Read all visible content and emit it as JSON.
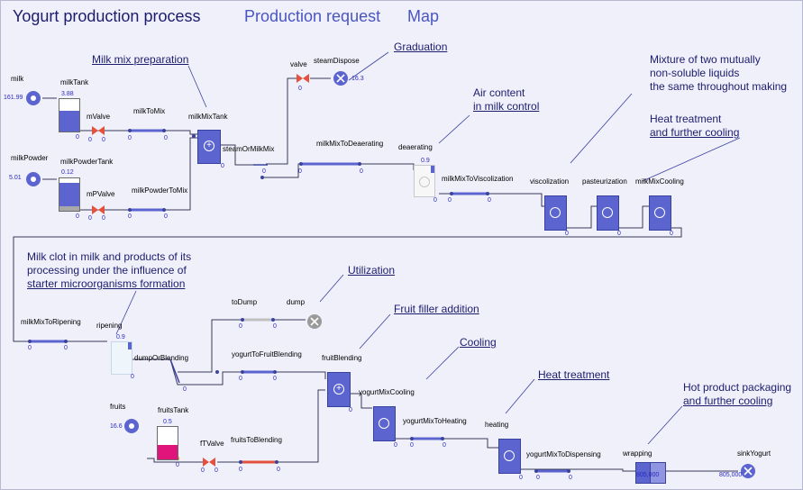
{
  "header": {
    "title": "Yogurt production process",
    "links": [
      "Production request",
      "Map"
    ]
  },
  "colors": {
    "unit": "#5b64cf",
    "link": "#4a55c0",
    "valve": "#e5503a",
    "fruit": "#e0147a",
    "pipe": "#5b64cf",
    "inactive_pipe": "#c0c0c0"
  },
  "zero": "0",
  "elements": {
    "milk": {
      "label": "milk",
      "value": "161.99"
    },
    "milkTank": {
      "label": "milkTank",
      "value": "3.88",
      "fill": 0.82
    },
    "mValve": {
      "label": "mValve"
    },
    "milkToMix": {
      "label": "milkToMix"
    },
    "milkMixTank": {
      "label": "milkMixTank"
    },
    "milkPowder": {
      "label": "milkPowder",
      "value": "5.01"
    },
    "milkPowderTank": {
      "label": "milkPowderTank",
      "value": "0.12",
      "fill": 0.18
    },
    "mPValve": {
      "label": "mPValve"
    },
    "milkPowderToMix": {
      "label": "milkPowderToMix"
    },
    "valve": {
      "label": "valve"
    },
    "steamDispose": {
      "label": "steamDispose",
      "value": "16.3"
    },
    "steamOrMilkMix": {
      "label": "steamOrMilkMix"
    },
    "milkMixToDeaerating": {
      "label": "milkMixToDeaerating"
    },
    "deaerating": {
      "label": "deaerating",
      "value": "0.9"
    },
    "milkMixToViscolization": {
      "label": "milkMixToViscolization"
    },
    "viscolization": {
      "label": "viscolization"
    },
    "pasteurization": {
      "label": "pasteurization"
    },
    "milkMixCooling": {
      "label": "milkMixCooling"
    },
    "milkMixToRipening": {
      "label": "milkMixToRipening"
    },
    "ripening": {
      "label": "ripening",
      "value": "0.9"
    },
    "dumpOrBlending": {
      "label": "dumpOrBlending"
    },
    "toDump": {
      "label": "toDump"
    },
    "dump": {
      "label": "dump"
    },
    "yogurtToFruitBlending": {
      "label": "yogurtToFruitBlending"
    },
    "fruitBlending": {
      "label": "fruitBlending"
    },
    "yogurtMixCooling": {
      "label": "yogurtMixCooling"
    },
    "yogurtMixToHeating": {
      "label": "yogurtMixToHeating"
    },
    "heating": {
      "label": "heating"
    },
    "yogurtMixToDispensing": {
      "label": "yogurtMixToDispensing"
    },
    "wrapping": {
      "label": "wrapping",
      "value": "805,000"
    },
    "sinkYogurt": {
      "label": "sinkYogurt",
      "value": "805,000"
    },
    "fruits": {
      "label": "fruits",
      "value": "16.6"
    },
    "fruitsTank": {
      "label": "fruitsTank",
      "value": "0.5",
      "fill": 0.45
    },
    "fTValve": {
      "label": "fTValve"
    },
    "fruitsToBlending": {
      "label": "fruitsToBlending"
    }
  },
  "notes": {
    "milkMixPrep": "Milk mix preparation",
    "graduation": "Graduation",
    "airContent": [
      "Air content",
      "in milk control"
    ],
    "mixture": [
      "Mixture of two mutually",
      "non-soluble liquids",
      "the same throughout making"
    ],
    "heatTreatCool": [
      "Heat treatment",
      "and further cooling"
    ],
    "milkClot": [
      "Milk clot in milk and products of its",
      "processing under the influence of",
      "starter microorganisms formation"
    ],
    "utilization": "Utilization",
    "fruitFiller": "Fruit filler addition",
    "cooling": "Cooling",
    "heatTreatment": "Heat treatment",
    "hotPackaging": [
      "Hot product packaging",
      "and further cooling"
    ]
  }
}
